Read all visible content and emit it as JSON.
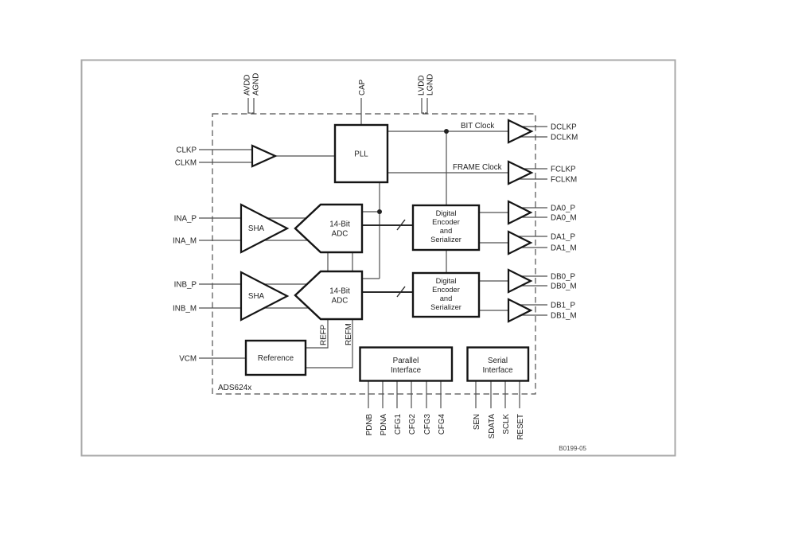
{
  "figure": {
    "chip_name": "ADS624x",
    "figure_code": "B0199-05"
  },
  "top_pins": [
    "AVDD",
    "AGND",
    "CAP",
    "LVDD",
    "LGND"
  ],
  "left_pins": [
    "CLKP",
    "CLKM",
    "INA_P",
    "INA_M",
    "INB_P",
    "INB_M",
    "VCM"
  ],
  "right_pins": [
    "DCLKP",
    "DCLKM",
    "FCLKP",
    "FCLKM",
    "DA0_P",
    "DA0_M",
    "DA1_P",
    "DA1_M",
    "DB0_P",
    "DB0_M",
    "DB1_P",
    "DB1_M"
  ],
  "bottom_pins": {
    "parallel": [
      "PDNB",
      "PDNA",
      "CFG1",
      "CFG2",
      "CFG3",
      "CFG4"
    ],
    "serial": [
      "SEN",
      "SDATA",
      "SCLK",
      "RESET"
    ]
  },
  "blocks": {
    "pll": "PLL",
    "sha": "SHA",
    "adc": {
      "line1": "14-Bit",
      "line2": "ADC"
    },
    "encoder": {
      "line1": "Digital",
      "line2": "Encoder",
      "line3": "and",
      "line4": "Serializer"
    },
    "reference": "Reference",
    "parallel_interface": {
      "line1": "Parallel",
      "line2": "Interface"
    },
    "serial_interface": {
      "line1": "Serial",
      "line2": "Interface"
    }
  },
  "signal_labels": {
    "bit_clock": "BIT Clock",
    "frame_clock": "FRAME Clock",
    "refp": "REFP",
    "refm": "REFM"
  },
  "colors": {
    "wire": "#4f4f4f",
    "block_stroke": "#151515",
    "text": "#1f1f1f",
    "frame": "#a9a9a9",
    "bg": "#ffffff"
  }
}
